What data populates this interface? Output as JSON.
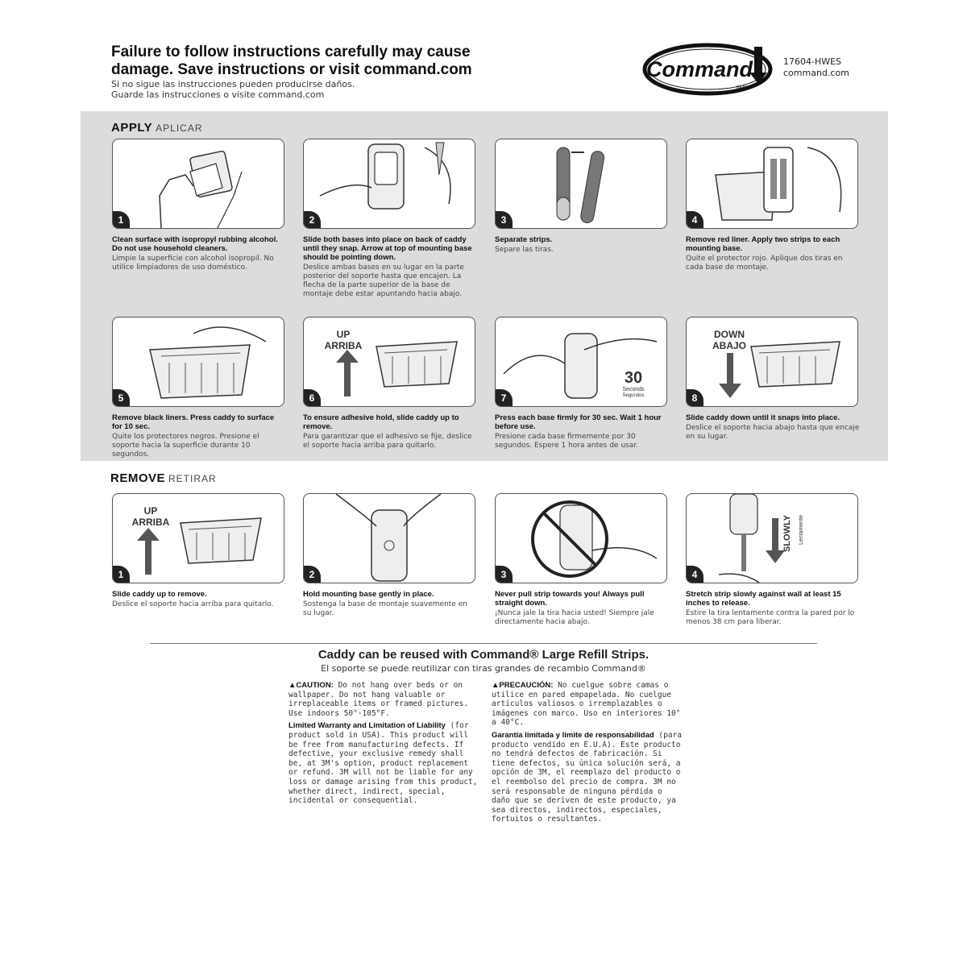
{
  "header": {
    "title_line1": "Failure to follow instructions carefully may cause",
    "title_line2": "damage. Save instructions or visit command.com",
    "spanish_line1": "Si no sigue las instrucciones pueden producirse daños.",
    "spanish_line2": "Guarde las instrucciones o visite command.com"
  },
  "logo": {
    "text": "Command",
    "brand": "BRAND"
  },
  "product": {
    "code": "17604-HWES",
    "url": "command.com"
  },
  "apply": {
    "title": "APPLY",
    "subtitle": "APLICAR",
    "steps": [
      {
        "number": "1",
        "en": "Clean surface with isopropyl rubbing alcohol. Do not use household cleaners.",
        "es": "Limpie la superficie con alcohol isopropil. No utilice limpiadores de uso doméstico."
      },
      {
        "number": "2",
        "en": "Slide both bases into place on back of caddy until they snap. Arrow at top of mounting base should be pointing down.",
        "es": "Deslice ambas bases en su lugar en la parte posterior del soporte hasta que encajen. La flecha de la parte superior de la base de montaje debe estar apuntando hacia abajo."
      },
      {
        "number": "3",
        "en": "Separate strips.",
        "es": "Separe las tiras."
      },
      {
        "number": "4",
        "en": "Remove red liner. Apply two strips to each mounting base.",
        "es": "Quite el protector rojo. Aplique dos tiras en cada base de montaje."
      },
      {
        "number": "5",
        "en": "Remove black liners. Press caddy to surface for 10 sec.",
        "es": "Quite los protectores negros. Presione el soporte hacia la superficie durante 10 segundos."
      },
      {
        "number": "6",
        "en": "To ensure adhesive hold, slide caddy up to remove.",
        "es": "Para garantizar que el adhesivo se fije, deslice el soporte hacia arriba para quitarlo.",
        "overlay": "UP\nARRIBA"
      },
      {
        "number": "7",
        "en": "Press each base firmly for 30 sec. Wait 1 hour before use.",
        "es": "Presione cada base firmemente por 30 segundos. Espere 1 hora antes de usar.",
        "timer": "30",
        "timer_unit": "Seconds",
        "timer_unit_es": "Segundos"
      },
      {
        "number": "8",
        "en": "Slide caddy down until it snaps into place.",
        "es": "Deslice el soporte hacia abajo hasta que encaje en su lugar.",
        "overlay": "DOWN\nABAJO"
      }
    ]
  },
  "remove": {
    "title": "REMOVE",
    "subtitle": "RETIRAR",
    "steps": [
      {
        "number": "1",
        "en": "Slide caddy up to remove.",
        "es": "Deslice el soporte hacia arriba para quitarlo.",
        "overlay": "UP\nARRIBA"
      },
      {
        "number": "2",
        "en": "Hold mounting base gently in place.",
        "es": "Sostenga la base de montaje suavemente en su lugar."
      },
      {
        "number": "3",
        "en": "Never pull strip towards you! Always pull straight down.",
        "es": "¡Nunca jale la tira hacia usted! Siempre jale directamente hacia abajo."
      },
      {
        "number": "4",
        "en": "Stretch strip slowly against wall at least 15 inches to release.",
        "es": "Estire la tira lentamente contra la pared por lo menos 38 cm para liberar.",
        "overlay": "SLOWLY",
        "overlay_es": "Lentamente"
      }
    ]
  },
  "reuse": {
    "en": "Caddy can be reused with Command® Large Refill Strips.",
    "es": "El soporte se puede reutilizar con tiras grandes de recambio Command®"
  },
  "caution": {
    "label": "▲CAUTION:",
    "text": "Do not hang over beds or on wallpaper. Do not hang valuable or irreplaceable items or framed pictures. Use indoors 50°-105°F.",
    "warranty_title": "Limited Warranty and Limitation of Liability",
    "warranty_text": "(for product sold in USA). This product will be free from manufacturing defects. If defective, your exclusive remedy shall be, at 3M's option, product replacement or refund. 3M will not be liable for any loss or damage arising from this product, whether direct, indirect, special, incidental or consequential."
  },
  "precaucion": {
    "label": "▲PRECAUCIÓN:",
    "text": "No cuelgue sobre camas o utilice en pared empapelada. No cuelgue artículos valiosos o irremplazables o imágenes con marco. Uso en interiores 10° a 40°C.",
    "warranty_title": "Garantía limitada y límite de responsabilidad",
    "warranty_text": "(para producto vendido en E.U.A). Este producto no tendrá defectos de fabricación. Si tiene defectos, su única solución será, a opción de 3M, el reemplazo del producto o el reembolso del precio de compra. 3M no será responsable de ninguna pérdida o daño que se deriven de este producto, ya sea directos, indirectos, especiales, fortuitos o resultantes."
  }
}
